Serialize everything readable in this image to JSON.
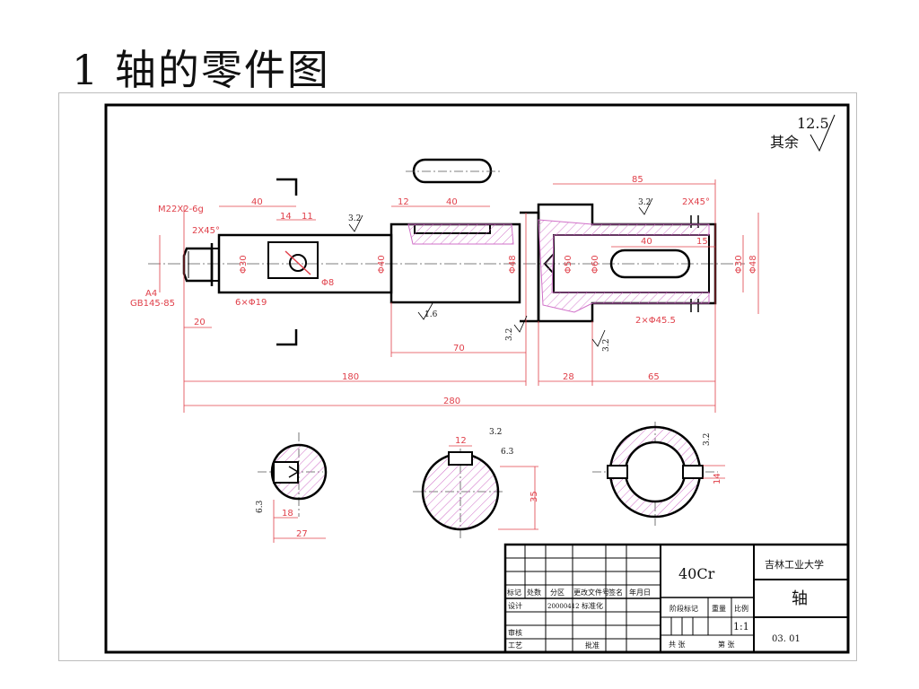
{
  "slide": {
    "title": "1 轴的零件图"
  },
  "roughness": {
    "general_value": "12.5",
    "general_label": "其余",
    "values": [
      "3.2",
      "3.2",
      "1.6",
      "3.2",
      "3.2",
      "3.2",
      "6.3",
      "6.3",
      "3.2"
    ]
  },
  "dimensions": {
    "thread": "M22X2-6g",
    "chamfer_left": "2X45°",
    "chamfer_right": "2X45°",
    "center_hole_a": "A4",
    "center_hole_b": "GB145-85",
    "d_40": "40",
    "d_14": "14",
    "d_11": "11",
    "d_12": "12",
    "d_40b": "40",
    "d_85": "85",
    "d_40c": "40",
    "d_15": "15",
    "phi30": "Φ30",
    "phi40": "Φ40",
    "phi48": "Φ48",
    "phi50": "Φ50",
    "phi60": "Φ60",
    "phi30b": "Φ30",
    "phi48b": "Φ48",
    "phi8": "Φ8",
    "holes6": "6×Φ19",
    "holes2": "2×Φ45.5",
    "d_20": "20",
    "d_70": "70",
    "d_180": "180",
    "d_28": "28",
    "d_65": "65",
    "d_280": "280",
    "sec1_18": "18",
    "sec1_27": "27",
    "sec2_12": "12",
    "sec2_35": "35",
    "sec3_14": "14"
  },
  "title_block": {
    "material": "40Cr",
    "school": "吉林工业大学",
    "part_name": "轴",
    "headers": [
      "标记",
      "处数",
      "分区",
      "更改文件号",
      "签名",
      "年月日"
    ],
    "row_design": [
      "设计",
      "20000412",
      "标准化"
    ],
    "row_review": "审核",
    "row_process": "工艺",
    "approve": "批准",
    "stage_mark": "阶段标记",
    "weight": "重量",
    "scale_label": "比例",
    "scale": "1:1",
    "total": "共  张",
    "sheet": "第  张",
    "drawing_no": "03. 01"
  },
  "colors": {
    "outline": "#000000",
    "dimension": "#e0404a",
    "hatch": "#d070c8",
    "centerline": "#555555"
  }
}
